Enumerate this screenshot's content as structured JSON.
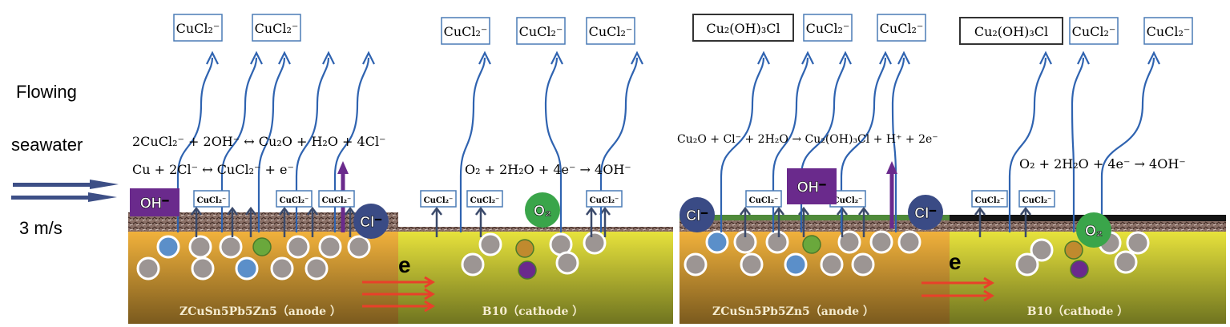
{
  "flow": {
    "line1": "Flowing",
    "line2": "seawater",
    "speed": "3 m/s"
  },
  "ions": {
    "cucl2": "CuCl₂⁻",
    "cu2oh3cl": "Cu₂(OH)₃Cl",
    "oh": "OH⁻",
    "cl": "Cl⁻",
    "o2": "O₂",
    "electron": "e"
  },
  "equations": {
    "left_anode_1": "2CuCl₂⁻ + 2OH⁻ ↔ Cu₂O + H₂O + 4Cl⁻",
    "left_anode_2": "Cu + 2Cl⁻ ↔ CuCl₂⁻ + e⁻",
    "left_cathode": "O₂ + 2H₂O + 4e⁻ → 4OH⁻",
    "right_anode": "Cu₂O + Cl⁻ + 2H₂O → Cu₂(OH)₃Cl + H⁺ + 2e⁻",
    "right_cathode": "O₂ + 2H₂O + 4e⁻ → 4OH⁻"
  },
  "materials": {
    "anode": "ZCuSn5Pb5Zn5（anode ）",
    "cathode": "B10（cathode ）"
  },
  "colors": {
    "anode_top": "#f2b23c",
    "anode_bottom": "#7a5a1e",
    "cathode_top": "#e8e33c",
    "cathode_bottom": "#6f7420",
    "flow_arrow": "#3d4f86",
    "diffusion_line": "#2f63b0",
    "purple": "#6a2a8c",
    "chloride": "#3a4b85",
    "oxygen": "#3aa54a",
    "gray_atom": "#9c9593",
    "blue_atom": "#5b8fc9",
    "green_atom": "#6aa83c",
    "orange_atom": "#c08a2e",
    "electron_flow": "#e8402a",
    "product_film_green": "#4f8a3a",
    "product_film_black": "#151515"
  }
}
